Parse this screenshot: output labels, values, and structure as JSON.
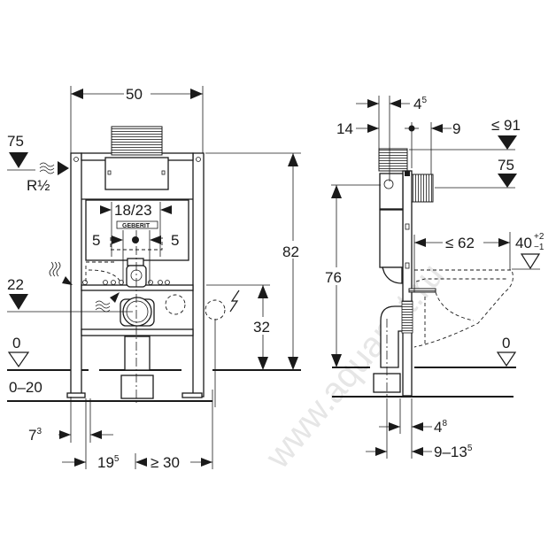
{
  "watermark": "www.aquanet.ru",
  "front_view": {
    "width": "50",
    "height": "82",
    "water_inlet_height": "75",
    "water_inlet_thread": "R½",
    "drain_height": "22",
    "power_height": "32",
    "floor_level": "0",
    "floor_adjust": "0–20",
    "plate_width": "18/23",
    "left_offset": "5",
    "right_offset": "5",
    "brand": "GEBERIT",
    "foot_offset": {
      "base": "7",
      "sup": "3"
    },
    "drain_offset": {
      "base": "19",
      "sup": "5"
    },
    "min_clearance": "≥ 30"
  },
  "side_view": {
    "depth_top": {
      "base": "4",
      "sup": "5"
    },
    "depth_cistern": "14",
    "depth_front": "9",
    "max_height": "≤ 91",
    "inlet_height": "75",
    "seat_height_total": "76",
    "bowl_projection": "≤ 62",
    "seat_height": {
      "base": "40",
      "plus": "+2",
      "minus": "−1"
    },
    "floor_level": "0",
    "rail_depth": {
      "base": "4",
      "sup": "8"
    },
    "adjust_depth": {
      "base": "9–13",
      "sup": "5"
    }
  }
}
